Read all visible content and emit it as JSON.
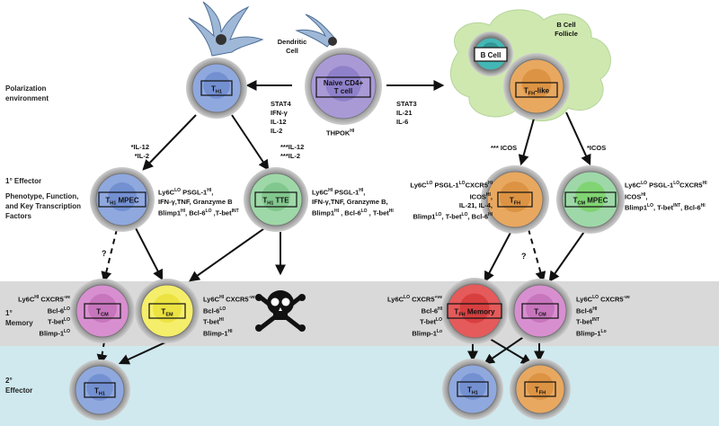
{
  "colors": {
    "memory_band": "#d9d9d9",
    "effector2_band": "#cfe9ee",
    "th1_cell": "#8fa8de",
    "naive_cell": "#a99ad6",
    "tfh_cell": "#e8a860",
    "tte_cell": "#9ed8a8",
    "tcm_cell": "#d88fd0",
    "tem_cell": "#f5ee6a",
    "memory_tfh_cell": "#e55a5a",
    "bcell": "#43b7b5",
    "follicle": "#cfe8b0",
    "halo": "#8a8a8a"
  },
  "rows": {
    "polarization": "Polarization\nenvironment",
    "effector1_title": "1° Effector",
    "effector1_sub": "Phenotype, Function,\nand Key Transcription\nFactors",
    "memory": "1°\nMemory",
    "effector2": "2°\nEffector"
  },
  "top": {
    "dendritic_cell": "Dendritic\nCell",
    "naive_line1": "Naive CD4+",
    "naive_line2": "T cell",
    "thpok": "THPOK",
    "thpok_sup": "HI",
    "th1_signals": "STAT4\nIFN-γ\nIL-12\nIL-2",
    "tfh_signals": "STAT3\nIL-21\nIL-6",
    "bcell_follicle": "B Cell\nFollicle",
    "bcell": "B Cell"
  },
  "cells": {
    "th1_top": "TH1",
    "tfh_like": "TFH-like",
    "th1_mpec": "TH1 MPEC",
    "th1_tte": "TH1 TTE",
    "tfh": "TFH",
    "tcm_mpec": "TCM MPEC",
    "tcm_left": "TCM",
    "tem": "TEM",
    "tfh_memory": "TFH Memory",
    "tcm_right": "TCM",
    "th1_bottom_left": "TH1",
    "th1_bottom_right": "TH1",
    "tfh_bottom_right": "TFH"
  },
  "arrow_labels": {
    "il12_left": "*IL-12\n*IL-2",
    "il12_right": "***IL-12\n***IL-2",
    "icos_left": "*** ICOS",
    "icos_right": "*ICOS",
    "q_left": "?",
    "q_right": "?"
  },
  "markers": {
    "th1_mpec": "Ly6CLO PSGL-1HI,\nIFN-γ,TNF, Granzyme B\nBlimp1HI, Bcl-6LO ,T-betINT",
    "th1_tte": "Ly6CHI PSGL-1HI,\nIFN-γ,TNF, Granzyme B,\nBlimp1HI , Bcl-6LO , T-betHI",
    "tfh": "Ly6CLO PSGL-1LOCXCR5HI\nICOSHI,\nIL-21, IL-4,\nBlimp1LO, T-betLO, Bcl-6HI",
    "tcm_mpec": "Ly6CLO PSGL-1LOCXCR5HI\nICOSHI,\nBlimp1LO, T-betINT, Bcl-6HI",
    "tcm_left": "Ly6CHI CXCR5-ve\nBcl-6LO\nT-betLO\nBlimp-1LO",
    "tem": "Ly6CHI CXCR5-ve\nBcl-6LO\nT-betHI\nBlimp-1HI",
    "tfh_memory": "Ly6CLO CXCR5+ve\nBcl-6HI\nT-betLO\nBlimp-1Lo",
    "tcm_right": "Ly6CLO CXCR5-ve\nBcl-6HI\nT-betINT\nBlimp-1Lo"
  }
}
